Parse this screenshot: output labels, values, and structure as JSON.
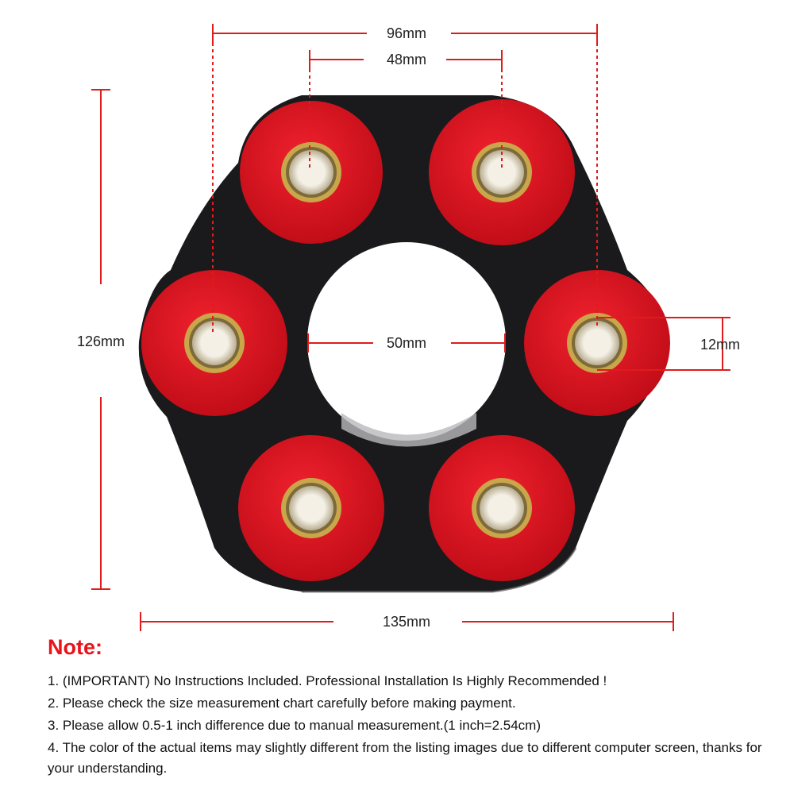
{
  "colors": {
    "dimension_line": "#e01b1b",
    "note_title": "#e8141c",
    "body": "#1a1a1c",
    "bushing": "#d9111d",
    "sleeve": "#c9a64a"
  },
  "dimensions": {
    "outer_spacing": "96mm",
    "inner_spacing": "48mm",
    "height": "126mm",
    "center_hole": "50mm",
    "bolt_hole": "12mm",
    "width": "135mm"
  },
  "note": {
    "title": "Note:",
    "items": [
      "1. (IMPORTANT) No Instructions Included. Professional Installation Is Highly Recommended !",
      "2. Please check the size measurement chart carefully before making payment.",
      "3. Please allow 0.5-1 inch difference due to manual measurement.(1 inch=2.54cm)",
      "4. The color of the actual items may slightly different from the listing images due to different computer screen, thanks for your understanding."
    ]
  }
}
